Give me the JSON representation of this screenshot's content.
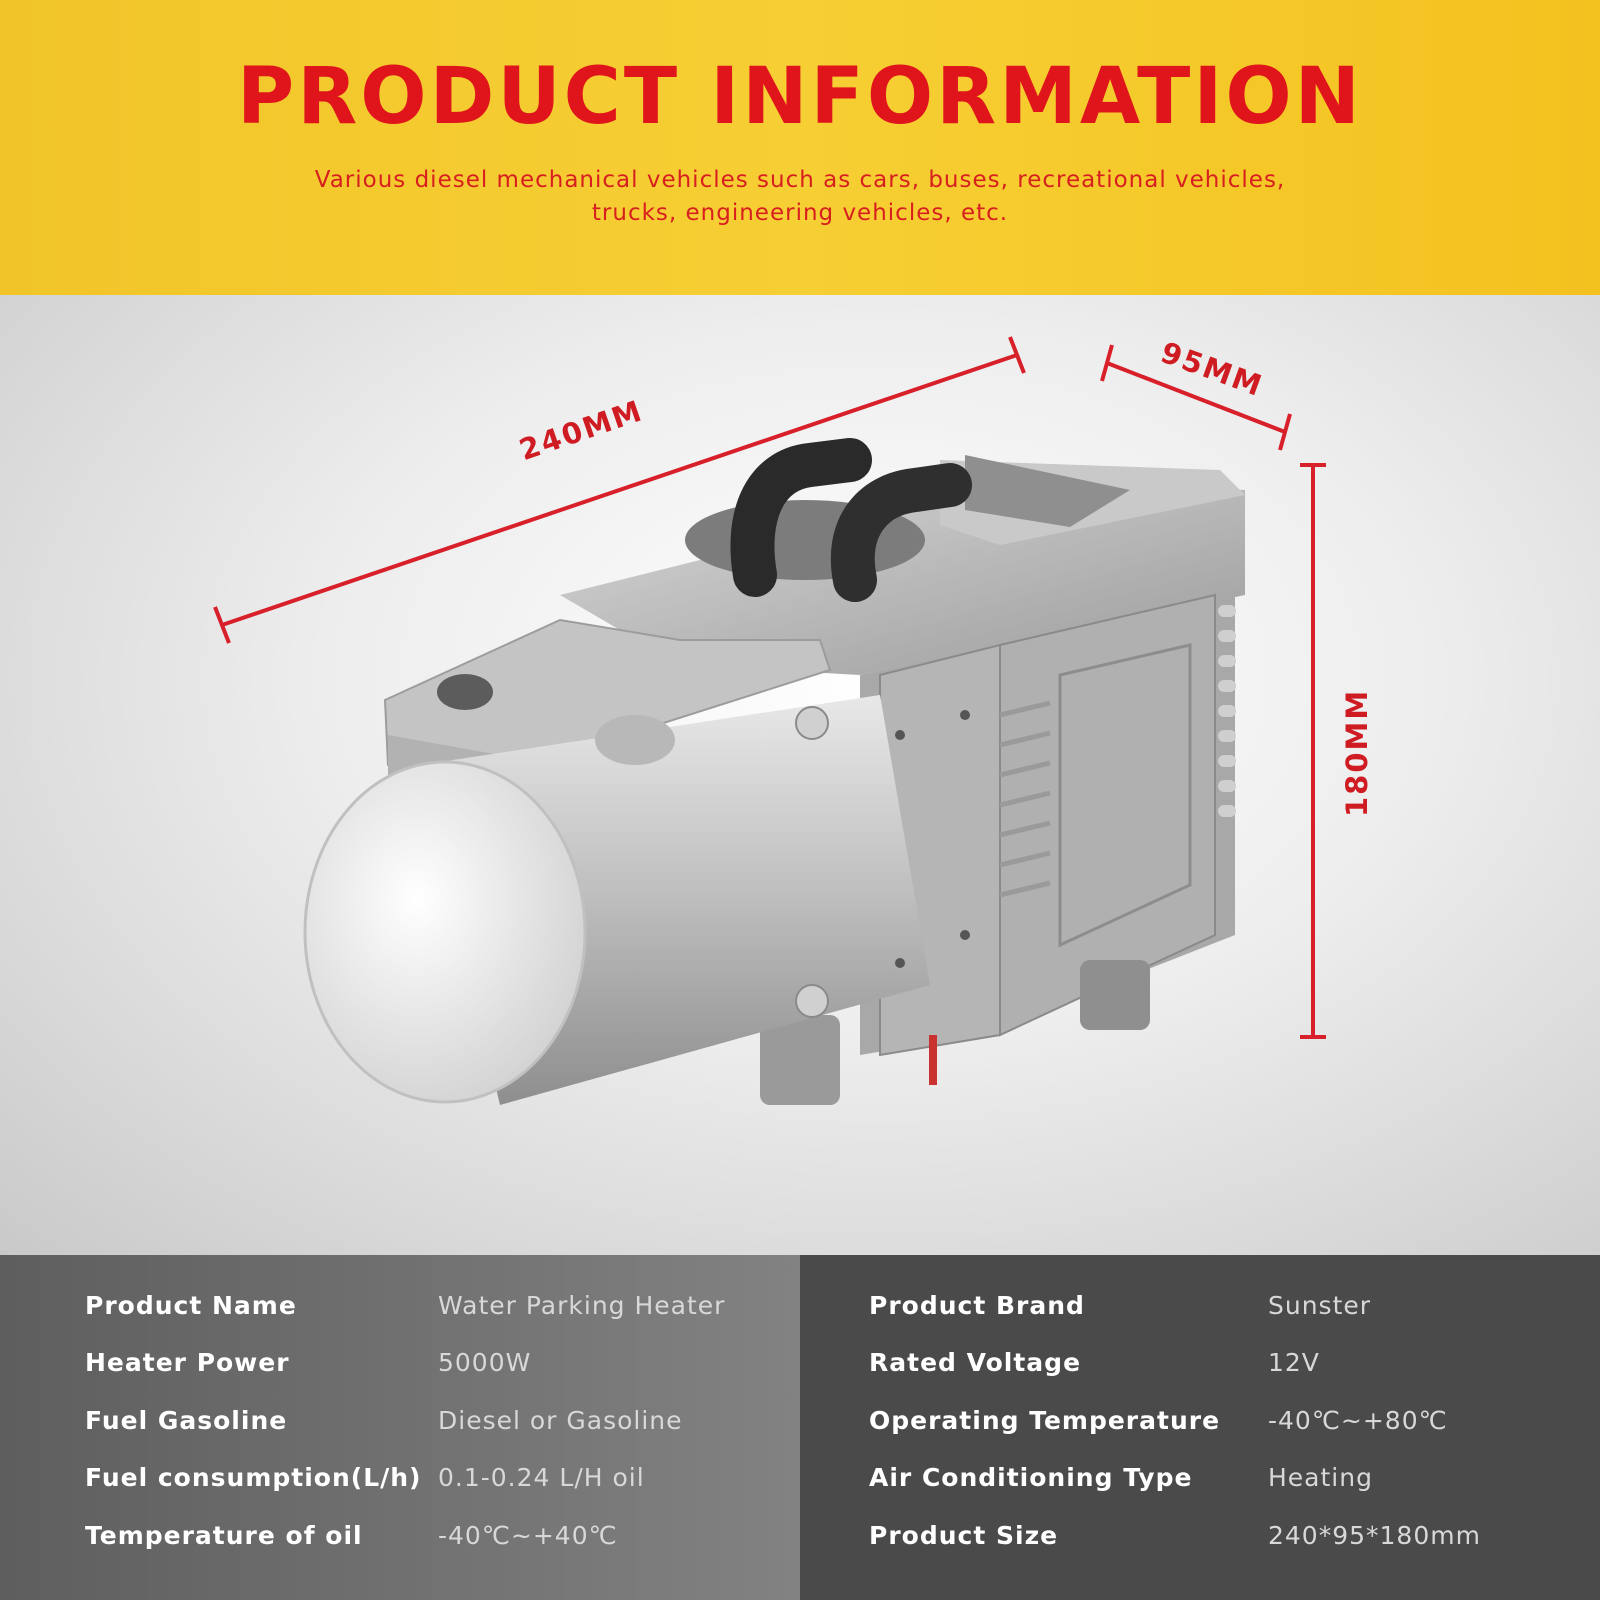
{
  "header": {
    "title": "PRODUCT INFORMATION",
    "subtitle_line1": "Various diesel mechanical vehicles such as cars, buses, recreational vehicles,",
    "subtitle_line2": "trucks, engineering vehicles, etc."
  },
  "dimensions": {
    "length": "240MM",
    "width": "95MM",
    "height": "180MM"
  },
  "colors": {
    "banner": "#f6cf34",
    "accent_red": "#e0151b",
    "panel_left": "#707070",
    "panel_right": "#4a4a4b"
  },
  "specs_left": [
    {
      "key": "Product Name",
      "value": "Water Parking Heater"
    },
    {
      "key": "Heater Power",
      "value": "5000W"
    },
    {
      "key": "Fuel Gasoline",
      "value": "Diesel or Gasoline"
    },
    {
      "key": "Fuel consumption(L/h)",
      "value": "0.1-0.24 L/H oil"
    },
    {
      "key": "Temperature of oil",
      "value": "-40℃~+40℃"
    }
  ],
  "specs_right": [
    {
      "key": "Product Brand",
      "value": "Sunster"
    },
    {
      "key": "Rated Voltage",
      "value": "12V"
    },
    {
      "key": "Operating Temperature",
      "value": "-40℃~+80℃"
    },
    {
      "key": "Air Conditioning Type",
      "value": "Heating"
    },
    {
      "key": "Product Size",
      "value": "240*95*180mm"
    }
  ]
}
